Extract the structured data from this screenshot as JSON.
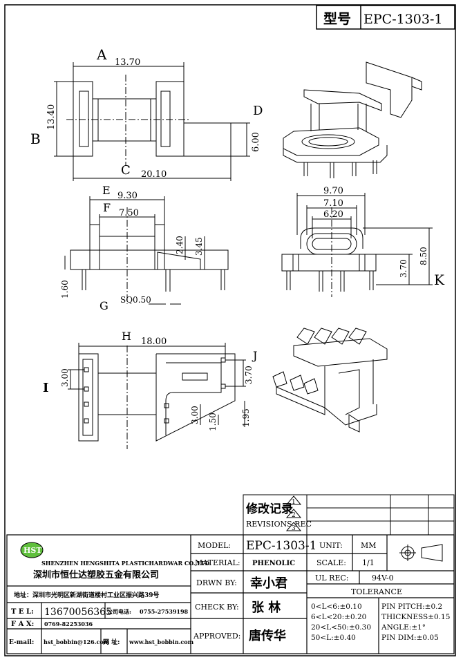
{
  "header": {
    "model_label": "型号",
    "model_value": "EPC-1303-1"
  },
  "dims": {
    "A": "A",
    "a": "13.70",
    "B": "B",
    "b": "13.40",
    "C": "C",
    "c": "20.10",
    "D": "D",
    "d": "6.00",
    "E": "E",
    "e": "9.30",
    "F": "F",
    "f": "7.50",
    "g1": "2.40",
    "g2": "3.45",
    "h160": "1.60",
    "G": "G",
    "sq": "SQ0.50",
    "w970": "9.70",
    "w710": "7.10",
    "w620": "6.20",
    "h850": "8.50",
    "h370": "3.70",
    "K": "K",
    "H": "H",
    "h1800": "18.00",
    "I": "I",
    "i300": "3.00",
    "J": "J",
    "j370": "3.70",
    "b300": "3.00",
    "b150": "1.50",
    "b195": "1.95"
  },
  "revisions": {
    "cn": "修改记录",
    "en": "REVISIONS REC",
    "nums": [
      "1",
      "2",
      "3"
    ]
  },
  "company": {
    "logo": "HST",
    "name_en": "SHENZHEN HENGSHITA PLASTICHARDWAR CO.,LTD",
    "name_cn": "深圳市恒仕达塑胶五金有限公司",
    "address": "地址：深圳市光明区新湖街道楼村工业区振兴路39号",
    "tel_label": "T E L:",
    "tel": "13670056365",
    "phone_label": "公司电话:",
    "phone": "0755-27539198",
    "fax_label": "F A X:",
    "fax": "0769-82253036",
    "email_label": "E-mail:",
    "email": "hst_bobbin@126.com",
    "web_label": "网 址:",
    "web": "www.hst_bobbin.com"
  },
  "title_block": {
    "model_label": "MODEL:",
    "model": "EPC-1303-1",
    "material_label": "MATERIAL:",
    "material": "PHENOLIC",
    "drawn_label": "DRWN BY:",
    "drawn": "幸小君",
    "check_label": "CHECK BY:",
    "check": "张 林",
    "approved_label": "APPROVED:",
    "approved": "唐传华",
    "unit_label": "UNIT:",
    "unit": "MM",
    "scale_label": "SCALE:",
    "scale": "1/1",
    "ul_label": "UL REC:",
    "ul": "94V-0",
    "tolerance_label": "TOLERANCE",
    "tol": [
      "0<L<6:±0.10",
      "6<L<20:±0.20",
      "20<L<50:±0.30",
      "50<L:±0.40"
    ],
    "tol2": [
      "PIN PITCH:±0.2",
      "THICKNESS±0.15",
      "ANGLE:±1°",
      "PIN DIM:±0.05"
    ]
  }
}
